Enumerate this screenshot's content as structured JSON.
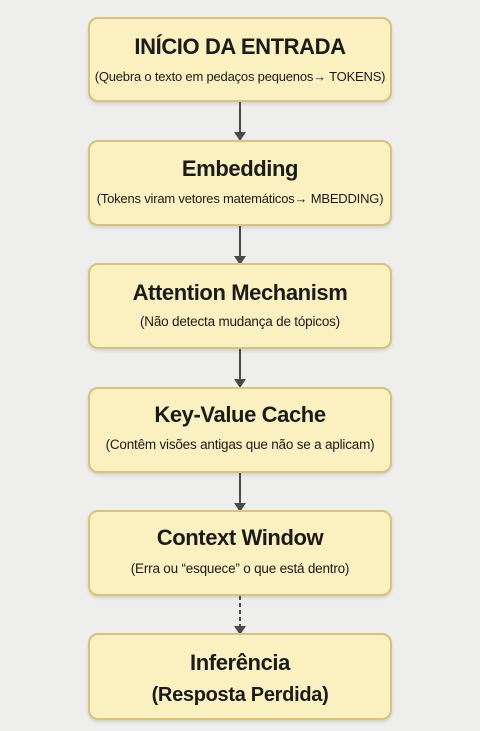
{
  "nodes": [
    {
      "title": "INÍCIO DA ENTRADA",
      "subtitle": "(Quebra o texto em pedaços pequenos→ TOKENS)"
    },
    {
      "title": "Embedding",
      "subtitle": "(Tokens viram vetores matemáticos→ MBEDDING)"
    },
    {
      "title": "Attention Mechanism",
      "subtitle": "(Não detecta mudança de tópicos)"
    },
    {
      "title": "Key-Value Cache",
      "subtitle": "(Contêm visões antigas que não se a aplicam)"
    },
    {
      "title": "Context Window",
      "subtitle": "(Erra ou “esquece” o que está dentro)"
    },
    {
      "title": "Inferência",
      "subtitle": "(Resposta Perdida)"
    }
  ],
  "colors": {
    "background": "#eeeeed",
    "box_fill": "#fbf0bf",
    "box_border": "#d8c37a",
    "arrow": "#4a4a4a",
    "text": "#1b1b1b"
  }
}
